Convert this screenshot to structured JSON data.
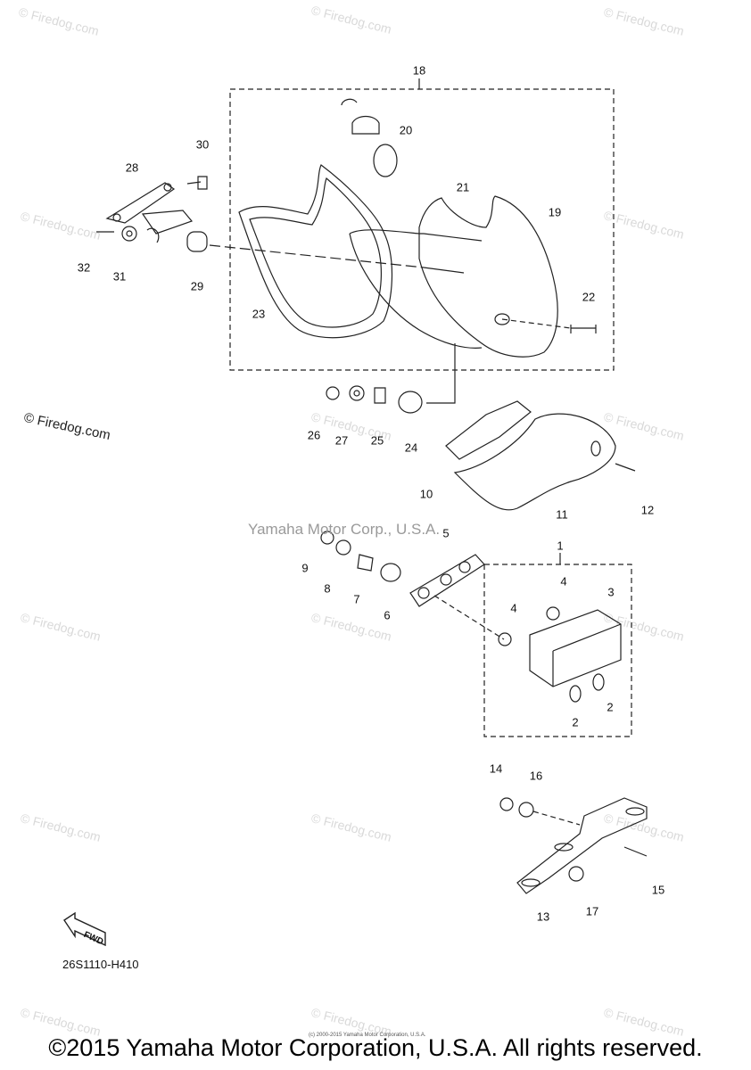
{
  "watermarks": {
    "site": "© Firedog.com"
  },
  "callouts": {
    "c1": "1",
    "c2a": "2",
    "c2b": "2",
    "c3": "3",
    "c4a": "4",
    "c4b": "4",
    "c5": "5",
    "c6": "6",
    "c7": "7",
    "c8": "8",
    "c9": "9",
    "c10": "10",
    "c11": "11",
    "c12": "12",
    "c13": "13",
    "c14": "14",
    "c15": "15",
    "c16": "16",
    "c17": "17",
    "c18": "18",
    "c19": "19",
    "c20": "20",
    "c21": "21",
    "c22": "22",
    "c23": "23",
    "c24": "24",
    "c25": "25",
    "c26": "26",
    "c27": "27",
    "c28": "28",
    "c29": "29",
    "c30": "30",
    "c31": "31",
    "c32": "32"
  },
  "center_watermark": "Yamaha Motor Corp., U.S.A.",
  "fwd_label": "FWD",
  "diagram_code": "26S1110-H410",
  "tiny_note": "(c) 2000-2015 Yamaha Motor Corporation, U.S.A.",
  "copyright": "©2015 Yamaha Motor Corporation, U.S.A. All rights reserved."
}
